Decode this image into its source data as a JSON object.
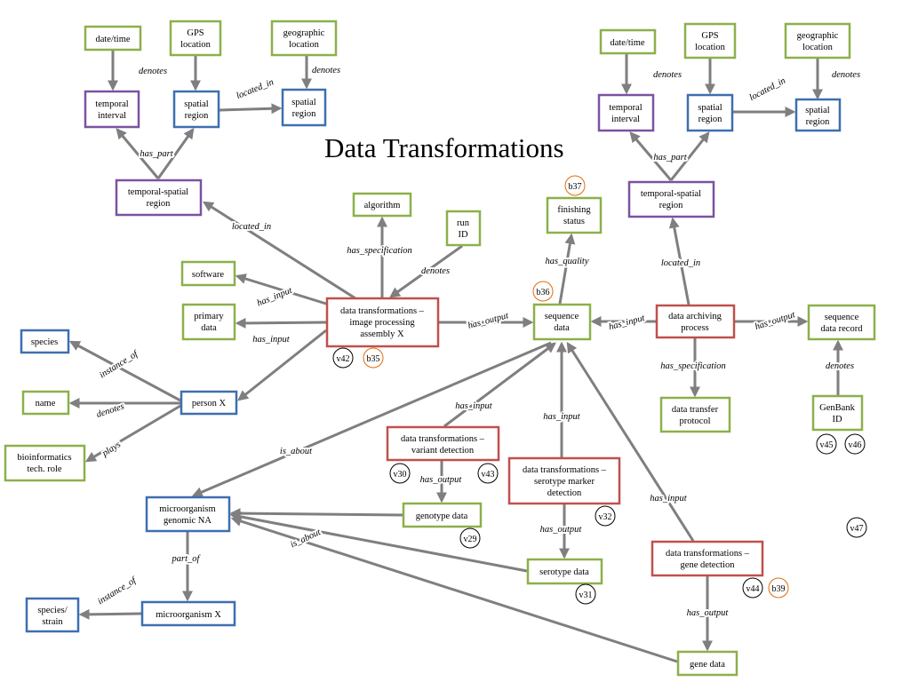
{
  "title": "Data Transformations",
  "nodes": {
    "datetime_l": {
      "l1": "date/time"
    },
    "gps_l": {
      "l1": "GPS",
      "l2": "location"
    },
    "geo_l": {
      "l1": "geographic",
      "l2": "location"
    },
    "temporal_l": {
      "l1": "temporal",
      "l2": "interval"
    },
    "spatial1_l": {
      "l1": "spatial",
      "l2": "region"
    },
    "spatial2_l": {
      "l1": "spatial",
      "l2": "region"
    },
    "tsregion_l": {
      "l1": "temporal-spatial",
      "l2": "region"
    },
    "datetime_r": {
      "l1": "date/time"
    },
    "gps_r": {
      "l1": "GPS",
      "l2": "location"
    },
    "geo_r": {
      "l1": "geographic",
      "l2": "location"
    },
    "temporal_r": {
      "l1": "temporal",
      "l2": "interval"
    },
    "spatial1_r": {
      "l1": "spatial",
      "l2": "region"
    },
    "spatial2_r": {
      "l1": "spatial",
      "l2": "region"
    },
    "tsregion_r": {
      "l1": "temporal-spatial",
      "l2": "region"
    },
    "algorithm": {
      "l1": "algorithm"
    },
    "runid": {
      "l1": "run",
      "l2": "ID"
    },
    "software": {
      "l1": "software"
    },
    "primary": {
      "l1": "primary",
      "l2": "data"
    },
    "imgproc": {
      "l1": "data transformations –",
      "l2": "image processing",
      "l3": "assembly X"
    },
    "species": {
      "l1": "species"
    },
    "name": {
      "l1": "name"
    },
    "bioinf": {
      "l1": "bioinformatics",
      "l2": "tech. role"
    },
    "personx": {
      "l1": "person X"
    },
    "seqdata": {
      "l1": "sequence",
      "l2": "data"
    },
    "finishing": {
      "l1": "finishing",
      "l2": "status"
    },
    "archiving": {
      "l1": "data archiving",
      "l2": "process"
    },
    "seqrecord": {
      "l1": "sequence",
      "l2": "data record"
    },
    "transfer": {
      "l1": "data transfer",
      "l2": "protocol"
    },
    "genbank": {
      "l1": "GenBank",
      "l2": "ID"
    },
    "variant": {
      "l1": "data transformations –",
      "l2": "variant detection"
    },
    "serotypemarker": {
      "l1": "data transformations –",
      "l2": "serotype marker",
      "l3": "detection"
    },
    "genotype": {
      "l1": "genotype data"
    },
    "genomicna": {
      "l1": "microorganism",
      "l2": "genomic NA"
    },
    "serotype": {
      "l1": "serotype data"
    },
    "genedetect": {
      "l1": "data transformations –",
      "l2": "gene detection"
    },
    "microx": {
      "l1": "microorganism X"
    },
    "strain": {
      "l1": "species/",
      "l2": "strain"
    },
    "genedata": {
      "l1": "gene data"
    }
  },
  "edge_labels": {
    "denotes_l1": "denotes",
    "located_in_l1": "located_in",
    "denotes_l2": "denotes",
    "has_part_l": "has_part",
    "located_in_l2": "located_in",
    "denotes_r1": "denotes",
    "located_in_r1": "located_in",
    "denotes_r2": "denotes",
    "has_part_r": "has_part",
    "located_in_r2": "located_in",
    "has_specification_1": "has_specification",
    "denotes_run": "denotes",
    "has_input_software": "has_input",
    "has_input_primary": "has_input",
    "has_output_img": "has_output",
    "has_input_archive": "has_input",
    "has_output_archive": "has_output",
    "has_quality": "has_quality",
    "has_specification_2": "has_specification",
    "denotes_genbank": "denotes",
    "instance_of_1": "instance_of",
    "denotes_name": "denotes",
    "plays": "plays",
    "is_about_1": "is_about",
    "has_input_variant": "has_input",
    "has_input_serotype": "has_input",
    "has_output_variant": "has_output",
    "has_output_serotype": "has_output",
    "is_about_2": "is_about",
    "part_of": "part_of",
    "instance_of_2": "instance_of",
    "has_input_gene": "has_input",
    "has_output_gene": "has_output"
  },
  "badges": {
    "v42": "v42",
    "b35": "b35",
    "b36": "b36",
    "b37": "b37",
    "v45": "v45",
    "v46": "v46",
    "v30": "v30",
    "v43": "v43",
    "v32": "v32",
    "v29": "v29",
    "v31": "v31",
    "v44": "v44",
    "b39": "b39",
    "v47": "v47"
  },
  "colors": {
    "data_box": "#8cb04a",
    "entity_box": "#3d6fb0",
    "temporal_box": "#7b52a1",
    "process_box": "#c0504d",
    "arrow": "#7f7f7f",
    "b_badge": "#e36c09"
  }
}
